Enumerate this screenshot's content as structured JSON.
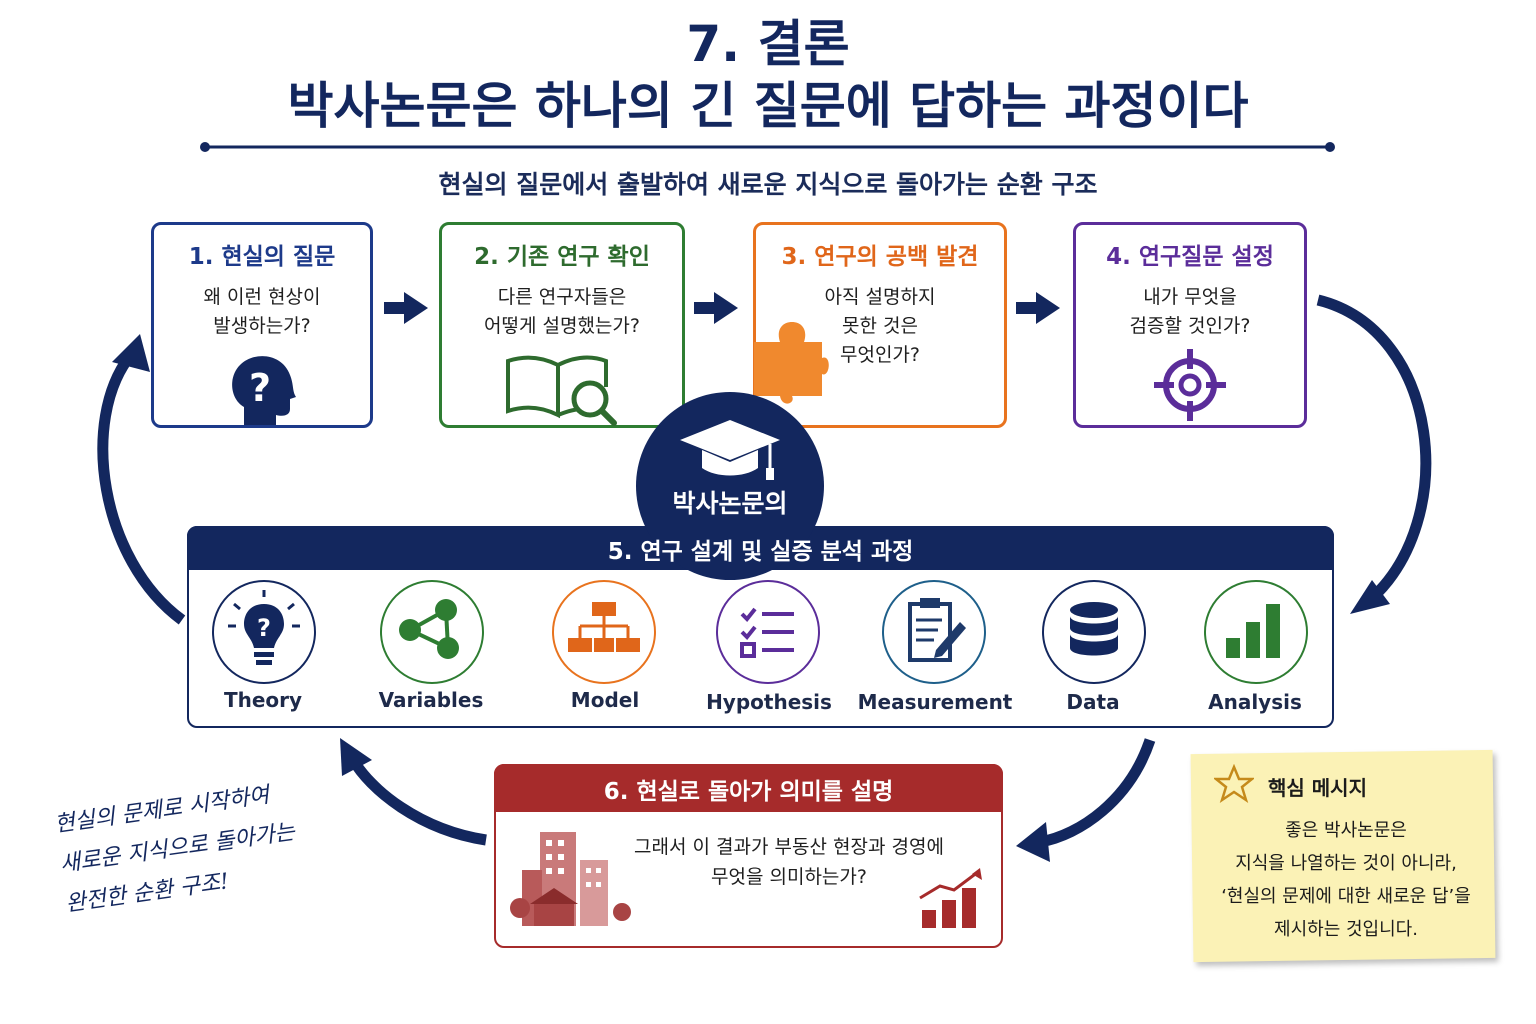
{
  "header": {
    "title_line1": "7. 결론",
    "title_line2": "박사논문은 하나의 긴 질문에 답하는 과정이다",
    "subtitle": "현실의 질문에서 출발하여 새로운 지식으로 돌아가는 순환 구조"
  },
  "cards": [
    {
      "title": "1. 현실의 질문",
      "desc_lines": [
        "왜 이런 현상이",
        "발생하는가?"
      ],
      "icon": "head-question-icon",
      "color": "#1d3a8a"
    },
    {
      "title": "2. 기존 연구 확인",
      "desc_lines": [
        "다른 연구자들은",
        "어떻게 설명했는가?"
      ],
      "icon": "book-magnifier-icon",
      "color": "#2e7d32"
    },
    {
      "title": "3. 연구의 공백 발견",
      "desc_lines": [
        "아직 설명하지",
        "못한 것은",
        "무엇인가?"
      ],
      "icon": "puzzle-piece-icon",
      "color": "#e8731e"
    },
    {
      "title": "4. 연구질문 설정",
      "desc_lines": [
        "내가 무엇을",
        "검증할 것인가?"
      ],
      "icon": "target-icon",
      "color": "#5b2d9a"
    }
  ],
  "center_badge": {
    "label": "박사논문의",
    "icon": "graduation-cap-icon"
  },
  "process": {
    "title": "5. 연구  설계 및 실증 분석 과정",
    "steps": [
      {
        "label": "Theory",
        "icon": "lightbulb-icon",
        "color": "#13275e"
      },
      {
        "label": "Variables",
        "icon": "network-icon",
        "color": "#2e7d32"
      },
      {
        "label": "Model",
        "icon": "hierarchy-icon",
        "color": "#e8731e"
      },
      {
        "label": "Hypothesis",
        "icon": "checklist-icon",
        "color": "#5b2d9a"
      },
      {
        "label": "Measurement",
        "icon": "clipboard-pencil-icon",
        "color": "#1e5f8a"
      },
      {
        "label": "Data",
        "icon": "database-icon",
        "color": "#13275e"
      },
      {
        "label": "Analysis",
        "icon": "bar-chart-icon",
        "color": "#2e7d32"
      }
    ]
  },
  "return_card": {
    "title": "6. 현실로 돌아가 의미를 설명",
    "desc_lines": [
      "그래서 이 결과가 부동산 현장과 경영에",
      "무엇을 의미하는가?"
    ],
    "icons": [
      "city-buildings-icon",
      "growth-chart-icon"
    ]
  },
  "key_message": {
    "title": "핵심 메시지",
    "lines": [
      "좋은 박사논문은",
      "지식을 나열하는 것이 아니라,",
      "‘현실의 문제에 대한 새로운 답’을",
      "제시하는 것입니다."
    ]
  },
  "handwritten_note": {
    "lines": [
      "현실의 문제로 시작하여",
      "새로운 지식으로 돌아가는",
      "완전한 순환 구조!"
    ]
  }
}
